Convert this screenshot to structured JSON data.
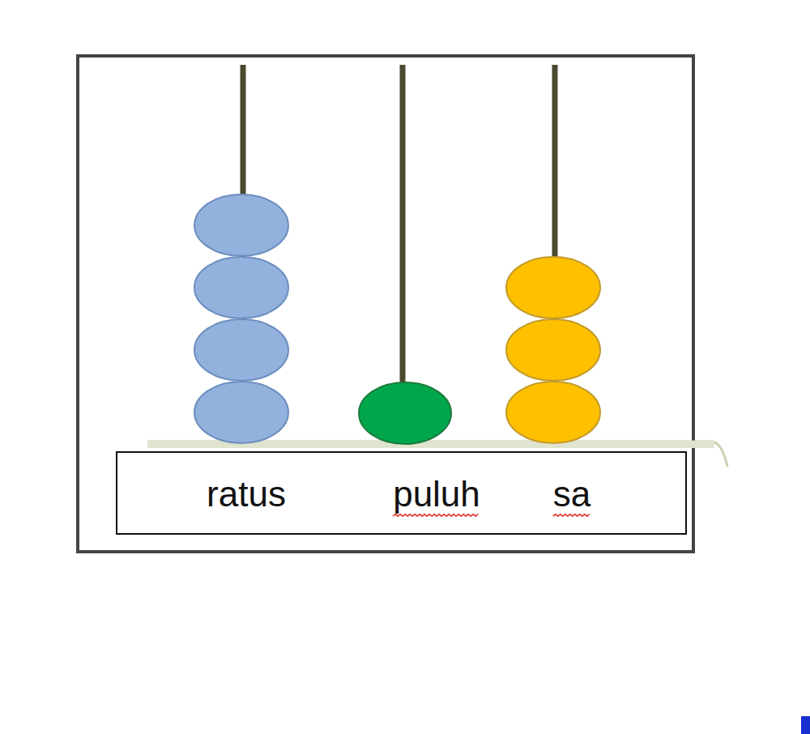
{
  "diagram": {
    "nodes": [
      {
        "text": [
          "ratus",
          "puluh",
          "sa"
        ]
      }
    ]
  }
}
